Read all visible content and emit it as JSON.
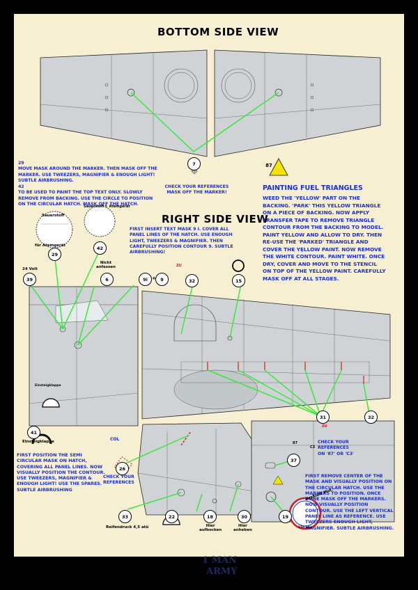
{
  "titles": {
    "bottom": "BOTTOM SIDE VIEW",
    "right": "RIGHT SIDE VIEW"
  },
  "notes": {
    "n29": "29\nMOVE MASK AROUND THE MARKER. THEN MASK OFF THE MARKER. USE TWEEZERS, MAGNIFIER & ENOUGH LIGHT! SUBTLE AIRBRUSHING.",
    "n42": "42\nTO BE USED TO PAINT THE TOP TEXT ONLY. SLOWLY REMOVE FROM BACKING. USE THE CIRCLE TO POSITION ON THE CIRCULAR HATCH. MASK OFF THE HATCH.",
    "check_refs_7": "CHECK YOUR REFERENCES\nMASK OFF THE MARKER!",
    "first_insert": "FIRST INSERT TEXT MASK 9 i. COVER ALL PANEL LINES OF THE HATCH. USE ENOUGH LIGHT, TWEEZERS & MAGNIFIER. THEN CAREFULLY POSITION CONTOUR 9. SUBTLE AIRBRUSHING!",
    "semi_circular": "FIRST POSITION THE SEMI CIRCULAR MASK ON HATCH, COVERING ALL PANEL LINES. NOW VISUALLY POSITION THE CONTOUR. USE TWEEZERS, MAGNIFIER & ENOUGH LIGHT! USE THE SPARES. SUBTLE AIRBRUSHING",
    "check_26": "CHECK YOUR\nREFERENCES",
    "check_87": "CHECK YOUR\nREFERENCES\nON '87' OR 'C3'",
    "remove_center": "FIRST REMOVE CENTER OF THE MASK AND VISUALLY POSITION ON THE CIRCULAR HATCH. USE THE MARKERS TO POSITION. ONCE DONE MASK OFF THE MARKERS. NOW VISUALLY POSITION CONTOUR. USE THE LEFT VERTICAL PANEL LINE AS REFERENCE. USE TWEEZERS ENOUGH LIGHT, MAGNIFIER. SUBTLE AIRBRUSHING."
  },
  "fuel": {
    "marker": "87",
    "title": "PAINTING FUEL TRIANGLES",
    "text": "WEED THE 'YELLOW' PART ON THE BACKING. 'PARK' THIS YELLOW TRIANGLE ON A PIECE OF BACKING. NOW APPLY TRANSFER TAPE TO REMOVE TRIANGLE CONTOUR FROM THE BACKING TO MODEL. PAINT YELLOW AND ALLOW TO DRY. THEN RE-USE THE 'PARKED' TRIANGLE AND COVER THE YELLOW PAINT. NOW REMOVE THE WHITE CONTOUR. PAINT WHITE. ONCE DRY, COVER AND MOVE TO THE STENCIL ON TOP OF THE YELLOW PAINT. CAREFULLY MASK OFF AT ALL STAGES."
  },
  "markers": {
    "m7": "7",
    "m29": "29",
    "m42": "42",
    "m39": "39",
    "m6": "6",
    "m9i": "9i",
    "m9": "9",
    "m32a": "32",
    "m15": "15",
    "m31": "31",
    "m32b": "32",
    "m41": "41",
    "m26": "26",
    "m33": "33",
    "m22": "22",
    "m18": "18",
    "m30": "30",
    "m19": "19",
    "m37": "37"
  },
  "labels": {
    "v24": "24 Volt",
    "nicht": "Nicht\nanfassen",
    "plus": "+",
    "einsteig": "Einsteigklappe",
    "col": "COL",
    "reifen": "Reifendruck 4,5 atü",
    "hier1": "Hier\naufbocken",
    "hier2": "Hier\nanheben",
    "zu1": "ZU",
    "zu2": "ZU",
    "c3": "C3",
    "m87s": "87",
    "pressluft": "Preßluft Mot.",
    "atu150": "150 atü",
    "sauer1": "Sauerstoff",
    "sauer2": "für Atemgerät",
    "sauer3": "Sauerstoff f. Atemgerät"
  },
  "brand": {
    "line1": "1 MAN",
    "line2": "ARMY"
  },
  "colors": {
    "background": "#f7efd2",
    "panel": "#cfd3d6",
    "leader": "#39e83a",
    "note": "#1a2fd0",
    "fuel": "#f7e300",
    "red": "#d41c1c"
  }
}
